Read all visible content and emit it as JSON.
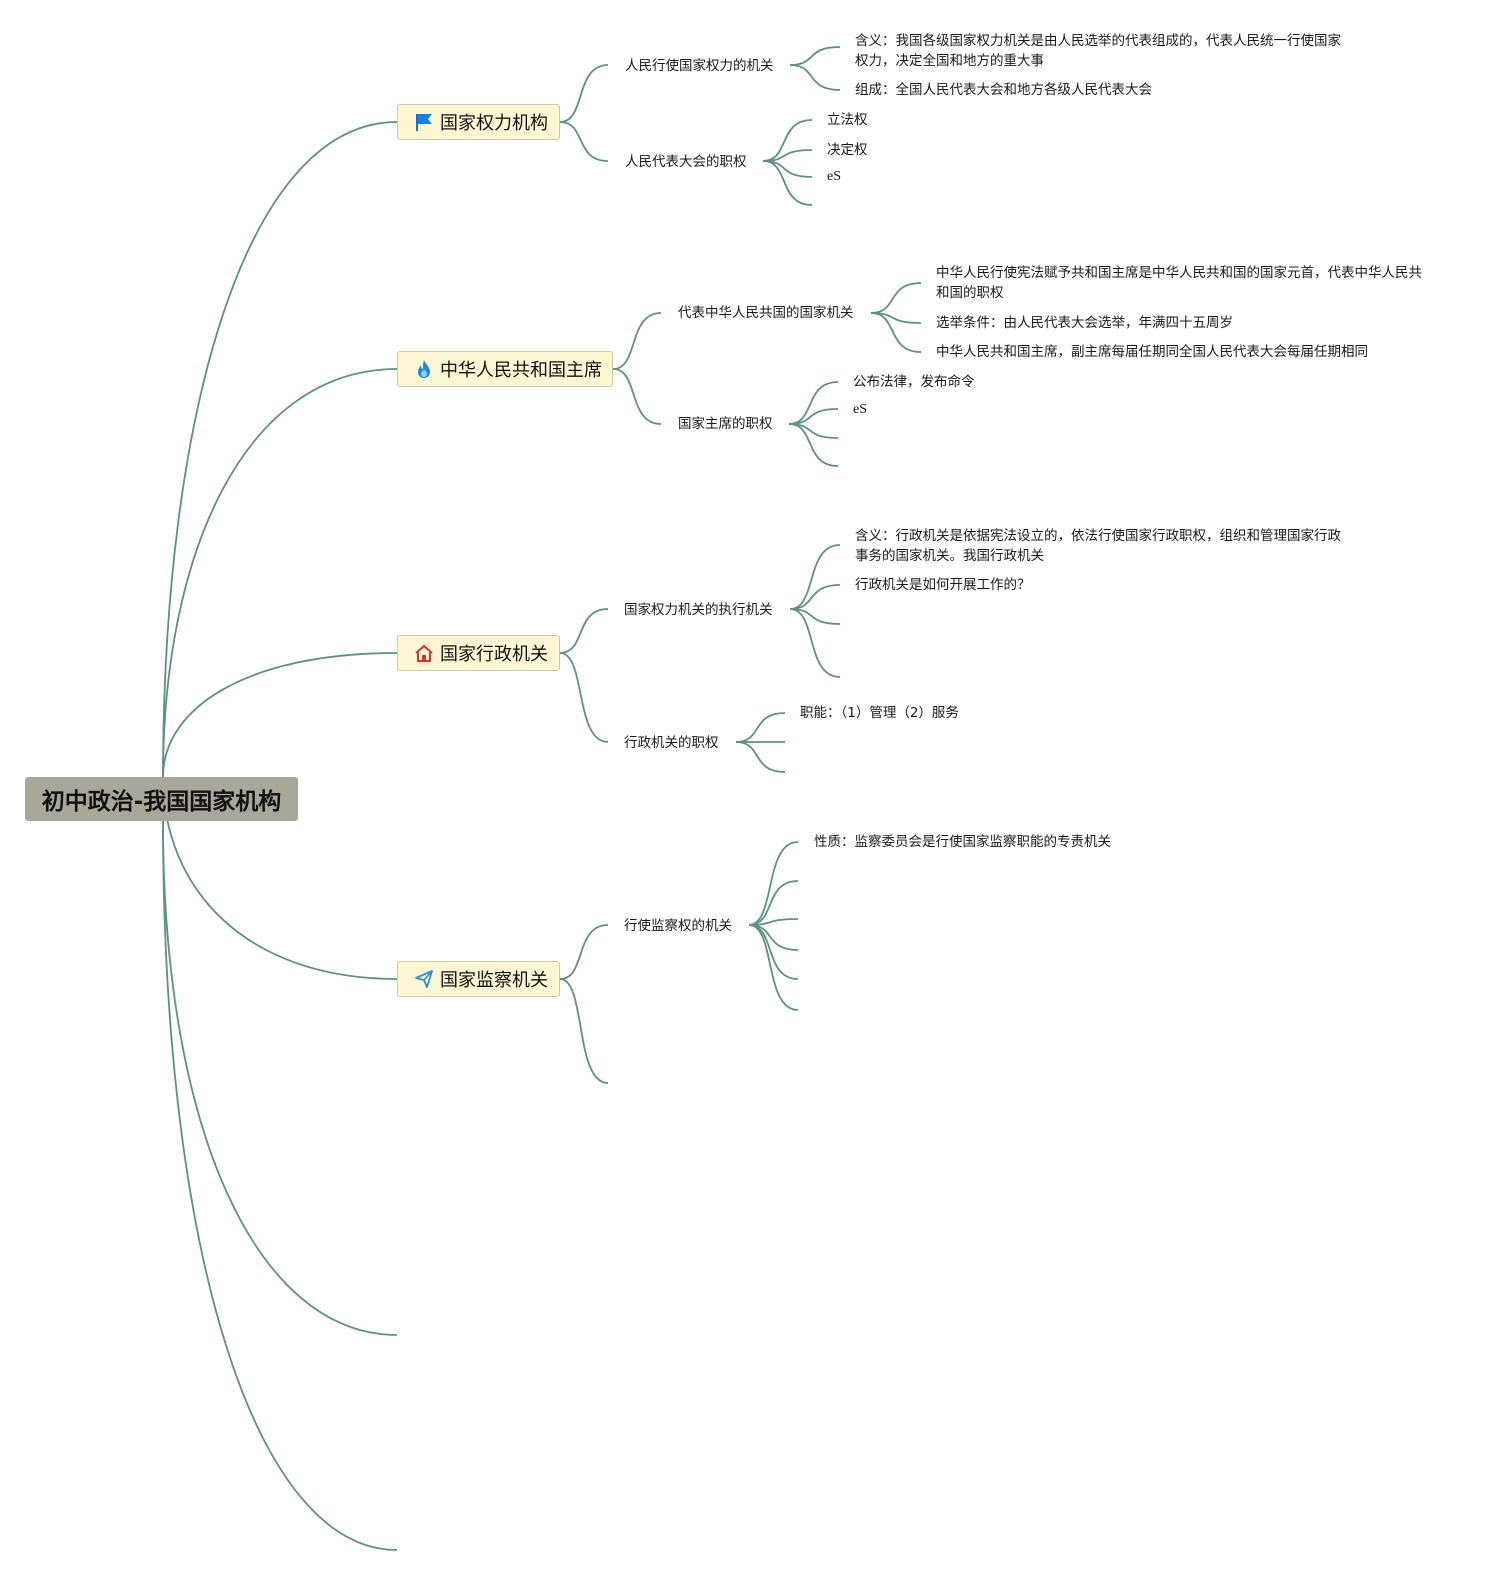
{
  "root": {
    "title": "初中政治-我国国家机构"
  },
  "colors": {
    "edge": "#5e9183",
    "root_bg": "#a8a89a",
    "branch_bg": "#fdf6d2"
  },
  "branches": [
    {
      "label": "国家权力机构",
      "icon": "flag-icon",
      "children": [
        {
          "label": "人民行使国家权力的机关",
          "children": [
            "含义：我国各级国家权力机关是由人民选举的代表组成的，代表人民统一行使国家权力，决定全国和地方的重大事",
            "组成：全国人民代表大会和地方各级人民代表大会"
          ]
        },
        {
          "label": "人民代表大会的职权",
          "children": [
            "立法权",
            "决定权",
            "eS",
            ""
          ]
        }
      ]
    },
    {
      "label": "中华人民共和国主席",
      "icon": "fire-icon",
      "children": [
        {
          "label": "代表中华人民共国的国家机关",
          "children": [
            "中华人民行使宪法赋予共和国主席是中华人民共和国的国家元首，代表中华人民共和国的职权",
            "选举条件：由人民代表大会选举，年满四十五周岁",
            "中华人民共和国主席，副主席每届任期同全国人民代表大会每届任期相同"
          ]
        },
        {
          "label": "国家主席的职权",
          "children": [
            "公布法律，发布命令",
            "eS",
            "",
            ""
          ]
        }
      ]
    },
    {
      "label": "国家行政机关",
      "icon": "house-icon",
      "children": [
        {
          "label": "国家权力机关的执行机关",
          "children": [
            "含义：行政机关是依据宪法设立的，依法行使国家行政职权，组织和管理国家行政事务的国家机关。我国行政机关",
            "行政机关是如何开展工作的？",
            "",
            ""
          ]
        },
        {
          "label": "行政机关的职权",
          "children": [
            "职能：（1）管理（2）服务",
            "",
            ""
          ]
        }
      ]
    },
    {
      "label": "国家监察机关",
      "icon": "paper-plane-icon",
      "children": [
        {
          "label": "行使监察权的机关",
          "children": [
            "性质：监察委员会是行使国家监察职能的专责机关",
            "",
            "",
            "",
            "",
            ""
          ]
        },
        {
          "label": "",
          "children": []
        }
      ]
    },
    {
      "label": "",
      "children": []
    },
    {
      "label": "",
      "children": []
    }
  ]
}
